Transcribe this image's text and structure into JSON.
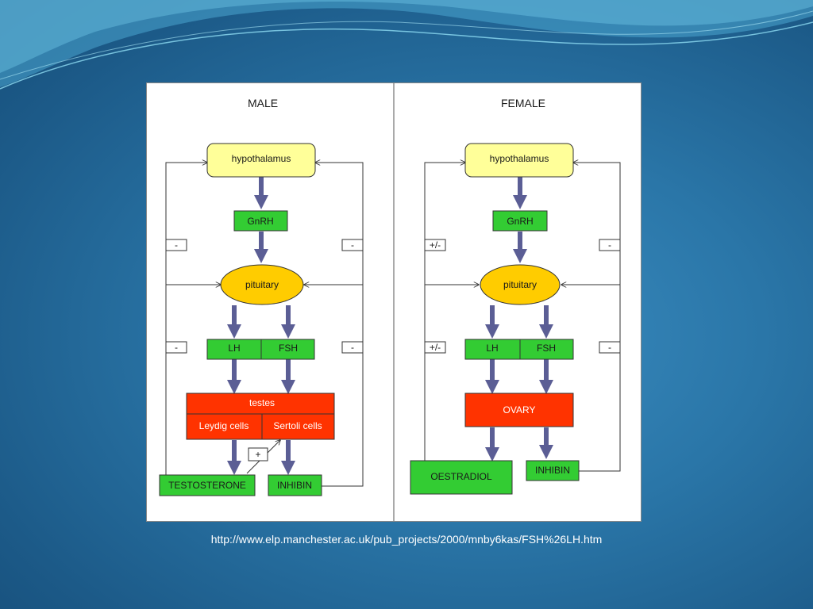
{
  "male": {
    "heading": "MALE",
    "hypothalamus": "hypothalamus",
    "gnrh": "GnRH",
    "pituitary": "pituitary",
    "lh": "LH",
    "fsh": "FSH",
    "testes": "testes",
    "leydig": "Leydig cells",
    "sertoli": "Sertoli cells",
    "plus": "+",
    "testosterone": "TESTOSTERONE",
    "inhibin": "INHIBIN",
    "feedback": {
      "left_upper": "-",
      "right_upper": "-",
      "left_lower": "-",
      "right_lower": "-"
    }
  },
  "female": {
    "heading": "FEMALE",
    "hypothalamus": "hypothalamus",
    "gnrh": "GnRH",
    "pituitary": "pituitary",
    "lh": "LH",
    "fsh": "FSH",
    "ovary": "OVARY",
    "oestradiol": "OESTRADIOL",
    "inhibin": "INHIBIN",
    "feedback": {
      "left_upper": "+/-",
      "right_upper": "-",
      "left_lower": "+/-",
      "right_lower": "-"
    }
  },
  "source_url": "http://www.elp.manchester.ac.uk/pub_projects/2000/mnby6kas/FSH%26LH.htm",
  "colors": {
    "hypothalamus": "#ffff99",
    "pituitary": "#ffcc00",
    "hormone_box": "#33cc33",
    "gland": "#ff3300",
    "arrow": "#5b5e95"
  }
}
